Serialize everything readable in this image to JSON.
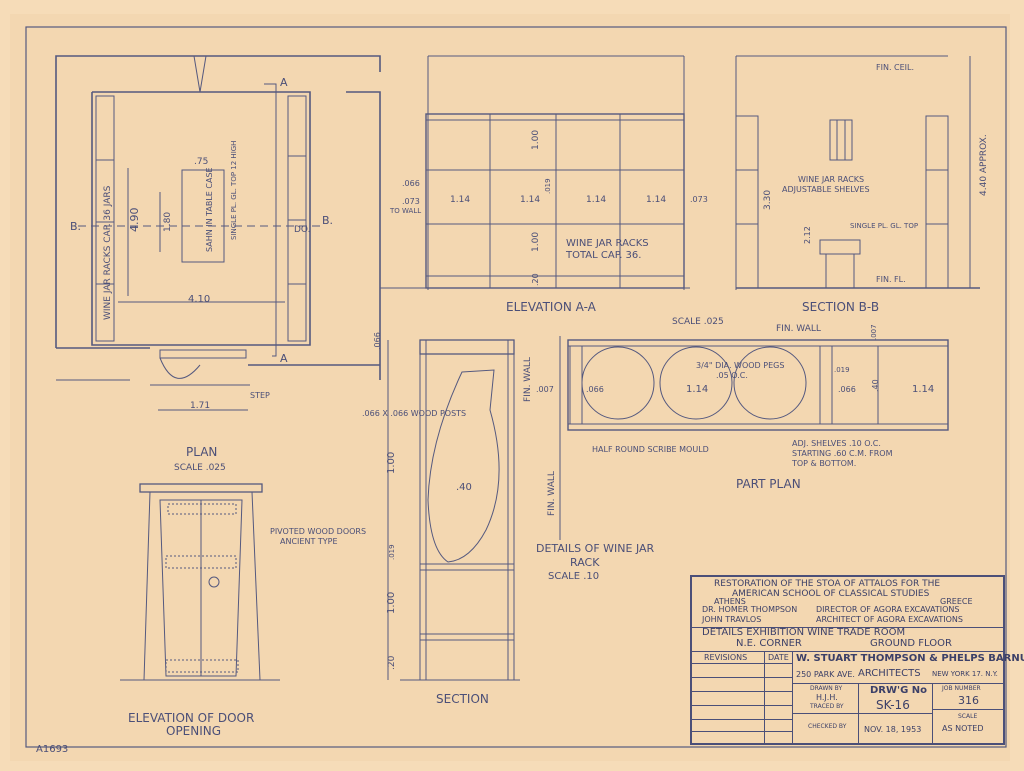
{
  "sheet_id": "A1693",
  "plan": {
    "title": "PLAN",
    "scale": "SCALE .025",
    "marker_a": "A",
    "marker_b": "B.",
    "rack_label": "WINE JAR RACKS CAP. 36 JARS",
    "dim_490": "4.90",
    "dim_410": "4.10",
    "dim_171": "1.71",
    "dim_180": "1.80",
    "dim_075": ".75",
    "sahn": "SAHN IN TABLE CASE",
    "table_top": "SINGLE PL. GL. TOP 12 HIGH",
    "step": "STEP",
    "do": "DO."
  },
  "elevation_aa": {
    "title": "ELEVATION A-A",
    "d_066": ".066",
    "d_073_left": ".073",
    "to_wall": "TO WALL",
    "d_114": "1.14",
    "d_073_right": ".073",
    "d_100": "1.00",
    "d_019": ".019",
    "d_020": ".20",
    "label": "WINE JAR RACKS",
    "cap": "TOTAL CAP. 36."
  },
  "section_bb": {
    "title": "SECTION B-B",
    "fin_ceil": "FIN. CEIL.",
    "racks": "WINE JAR RACKS",
    "shelves": "ADJUSTABLE SHELVES",
    "glass_top": "SINGLE PL. GL. TOP",
    "d_330": "3.30",
    "d_212": "2.12",
    "d_440": "4.40 APPROX.",
    "fin_fl": "FIN. FL."
  },
  "part_plan": {
    "title": "PART PLAN",
    "scale": "SCALE .025",
    "fin_wall": "FIN. WALL",
    "fin_wall_side": "FIN. WALL",
    "pegs": "3/4\" DIA. WOOD PEGS",
    "pegs_oc": ".05 O.C.",
    "d_007": ".007",
    "d_066": ".066",
    "d_114": "1.14",
    "d_019": ".019",
    "d_040": ".40",
    "mould": "HALF ROUND SCRIBE MOULD",
    "adj1": "ADJ. SHELVES .10 O.C.",
    "adj2": "STARTING .60 C.M. FROM",
    "adj3": "TOP & BOTTOM."
  },
  "rack_section": {
    "title": "SECTION",
    "details": "DETAILS OF WINE JAR",
    "details2": "RACK",
    "scale": "SCALE .10",
    "posts": ".066 X .066 WOOD POSTS",
    "d_066": ".066",
    "d_100a": "1.00",
    "d_040": ".40",
    "d_019": ".019",
    "d_100b": "1.00",
    "d_020": ".20",
    "fin_wall": "FIN. WALL"
  },
  "door": {
    "title": "ELEVATION OF DOOR",
    "title2": "OPENING",
    "note1": "PIVOTED WOOD DOORS",
    "note2": "ANCIENT TYPE"
  },
  "title_block": {
    "line1": "RESTORATION OF THE STOA OF ATTALOS FOR THE",
    "line2": "AMERICAN SCHOOL OF CLASSICAL STUDIES",
    "athens": "ATHENS",
    "greece": "GREECE",
    "person1": "DR. HOMER THOMPSON",
    "role1": "DIRECTOR OF AGORA EXCAVATIONS",
    "person2": "JOHN TRAVLOS",
    "role2": "ARCHITECT OF AGORA EXCAVATIONS",
    "detail1": "DETAILS EXHIBITION WINE TRADE ROOM",
    "detail2a": "N.E. CORNER",
    "detail2b": "GROUND FLOOR",
    "revisions": "REVISIONS",
    "date": "DATE",
    "firm": "W. STUART THOMPSON & PHELPS BARNUM",
    "address": "250 PARK AVE.",
    "architects": "ARCHITECTS",
    "city": "NEW YORK 17. N.Y.",
    "drawn_by_label": "DRAWN BY",
    "drawn_by": "H.J.H.",
    "traced_by_label": "TRACED BY",
    "checked_by_label": "CHECKED BY",
    "drwg_label": "DRW'G No",
    "drwg_no": "SK-16",
    "job_label": "JOB NUMBER",
    "job_no": "316",
    "scale_label": "SCALE",
    "scale_value": "AS NOTED",
    "date_value": "NOV. 18, 1953"
  }
}
